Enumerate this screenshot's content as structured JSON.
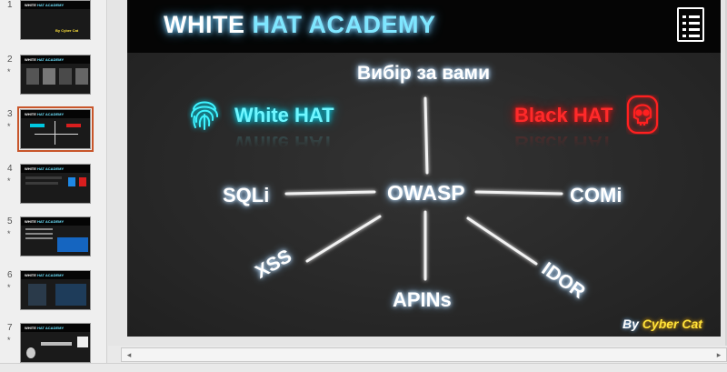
{
  "slides": [
    {
      "number": "1",
      "star": "",
      "caption": "By Cyber Cat"
    },
    {
      "number": "2",
      "star": "*",
      "caption": ""
    },
    {
      "number": "3",
      "star": "*",
      "caption": "",
      "active": true
    },
    {
      "number": "4",
      "star": "*",
      "caption": ""
    },
    {
      "number": "5",
      "star": "*",
      "caption": ""
    },
    {
      "number": "6",
      "star": "*",
      "caption": ""
    },
    {
      "number": "7",
      "star": "*",
      "caption": ""
    }
  ],
  "thumb_title": {
    "main": "WHITE",
    "highlight": "HAT ACADEMY"
  },
  "slide": {
    "title_main": "WHITE",
    "title_highlight": "HAT ACADEMY",
    "icon": "list-icon",
    "choice": "Вибір за вами",
    "white_hat": "White HAT",
    "black_hat": "Black HAT",
    "white_icon": "fingerprint-icon",
    "black_icon": "skull-icon",
    "center": "OWASP",
    "nodes": {
      "left": "SQLi",
      "right": "COMi",
      "bottom_left": "XSS",
      "bottom": "APINs",
      "bottom_right": "IDOR"
    },
    "byline_prefix": "By",
    "byline_name": "Cyber Cat"
  },
  "colors": {
    "accent_cyan": "#6fe6ff",
    "accent_red": "#ff2a2a",
    "active_outline": "#c8562b",
    "byline_yellow": "#ffe23a"
  }
}
